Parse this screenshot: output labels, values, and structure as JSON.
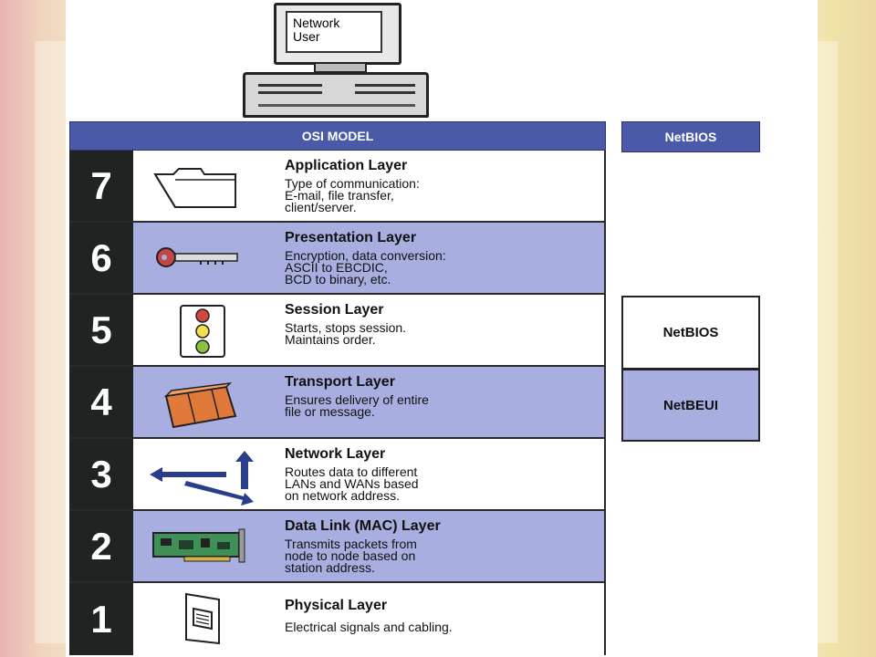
{
  "computer": {
    "screen_line1": "Network",
    "screen_line2": "User"
  },
  "osi": {
    "header": "OSI MODEL",
    "layers": [
      {
        "number": "7",
        "title": "Application Layer",
        "desc": [
          "Type of communication:",
          "E-mail, file transfer,",
          "client/server."
        ],
        "icon": "folder-icon"
      },
      {
        "number": "6",
        "title": "Presentation Layer",
        "desc": [
          "Encryption, data conversion:",
          "ASCII to EBCDIC,",
          "BCD to binary, etc."
        ],
        "icon": "key-icon"
      },
      {
        "number": "5",
        "title": "Session Layer",
        "desc": [
          "Starts, stops session.",
          "Maintains order."
        ],
        "icon": "traffic-light-icon"
      },
      {
        "number": "4",
        "title": "Transport Layer",
        "desc": [
          "Ensures delivery of entire",
          "file or message."
        ],
        "icon": "suitcase-icon"
      },
      {
        "number": "3",
        "title": "Network Layer",
        "desc": [
          "Routes data to different",
          "LANs and WANs based",
          "on network address."
        ],
        "icon": "arrows-icon"
      },
      {
        "number": "2",
        "title": "Data Link (MAC) Layer",
        "desc": [
          "Transmits packets from",
          "node to node based on",
          "station address."
        ],
        "icon": "network-card-icon"
      },
      {
        "number": "1",
        "title": "Physical Layer",
        "desc": [
          "Electrical signals and cabling."
        ],
        "icon": "network-jack-icon"
      }
    ]
  },
  "netbios": {
    "header": "NetBIOS",
    "box1": "NetBIOS",
    "box2": "NetBEUI"
  },
  "colors": {
    "header_blue": "#4a5aa8",
    "row_lavender": "#a8aee0",
    "number_dark": "#1f2422"
  }
}
